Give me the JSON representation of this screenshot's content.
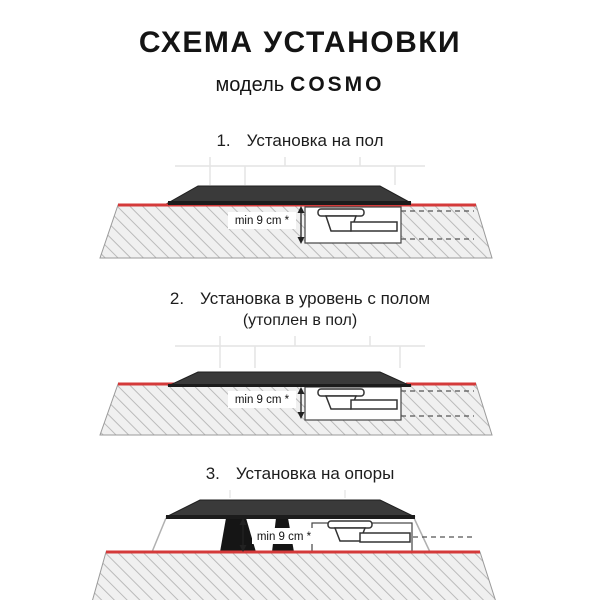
{
  "header": {
    "title": "СХЕМА УСТАНОВКИ",
    "subtitle_label": "модель",
    "subtitle_model": "COSMO"
  },
  "accent_color": "#d43a3a",
  "tray_color": "#3a3a3a",
  "sections": [
    {
      "number": "1.",
      "title": "Установка на пол",
      "subtitle": "",
      "dim_label": "min 9 cm *"
    },
    {
      "number": "2.",
      "title": "Установка в уровень с полом",
      "subtitle": "(утоплен в пол)",
      "dim_label": "min 9 cm *"
    },
    {
      "number": "3.",
      "title": "Установка на опоры",
      "subtitle": "",
      "dim_label": "min 9 cm *"
    }
  ]
}
